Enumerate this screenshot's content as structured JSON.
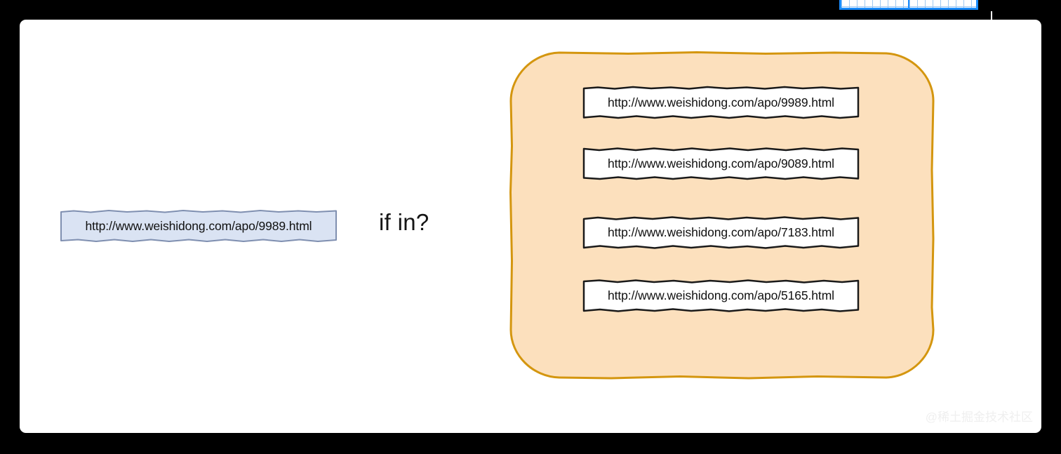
{
  "canvas": {
    "background_color": "#ffffff",
    "page_background_color": "#000000"
  },
  "top_widget": {
    "name": "spreadsheet-grid-strip",
    "accent_color": "#1a8cff",
    "cell_color": "#ffffff"
  },
  "cursor": {
    "type": "crosshair",
    "color": "#ffffff"
  },
  "diagram": {
    "source_node": {
      "label": "http://www.weishidong.com/apo/9989.html",
      "fill_color": "#dae3f3",
      "stroke_color": "#7f8fb0"
    },
    "question": {
      "text": "if in?"
    },
    "set_container": {
      "fill_color": "#fce0bd",
      "stroke_color": "#d4960f",
      "items": [
        {
          "label": "http://www.weishidong.com/apo/9989.html",
          "fill_color": "#ffffff",
          "stroke_color": "#1a1a1a"
        },
        {
          "label": "http://www.weishidong.com/apo/9089.html",
          "fill_color": "#ffffff",
          "stroke_color": "#1a1a1a"
        },
        {
          "label": "http://www.weishidong.com/apo/7183.html",
          "fill_color": "#ffffff",
          "stroke_color": "#1a1a1a"
        },
        {
          "label": "http://www.weishidong.com/apo/5165.html",
          "fill_color": "#ffffff",
          "stroke_color": "#1a1a1a"
        }
      ]
    }
  },
  "watermark": {
    "text": "@稀土掘金技术社区"
  }
}
